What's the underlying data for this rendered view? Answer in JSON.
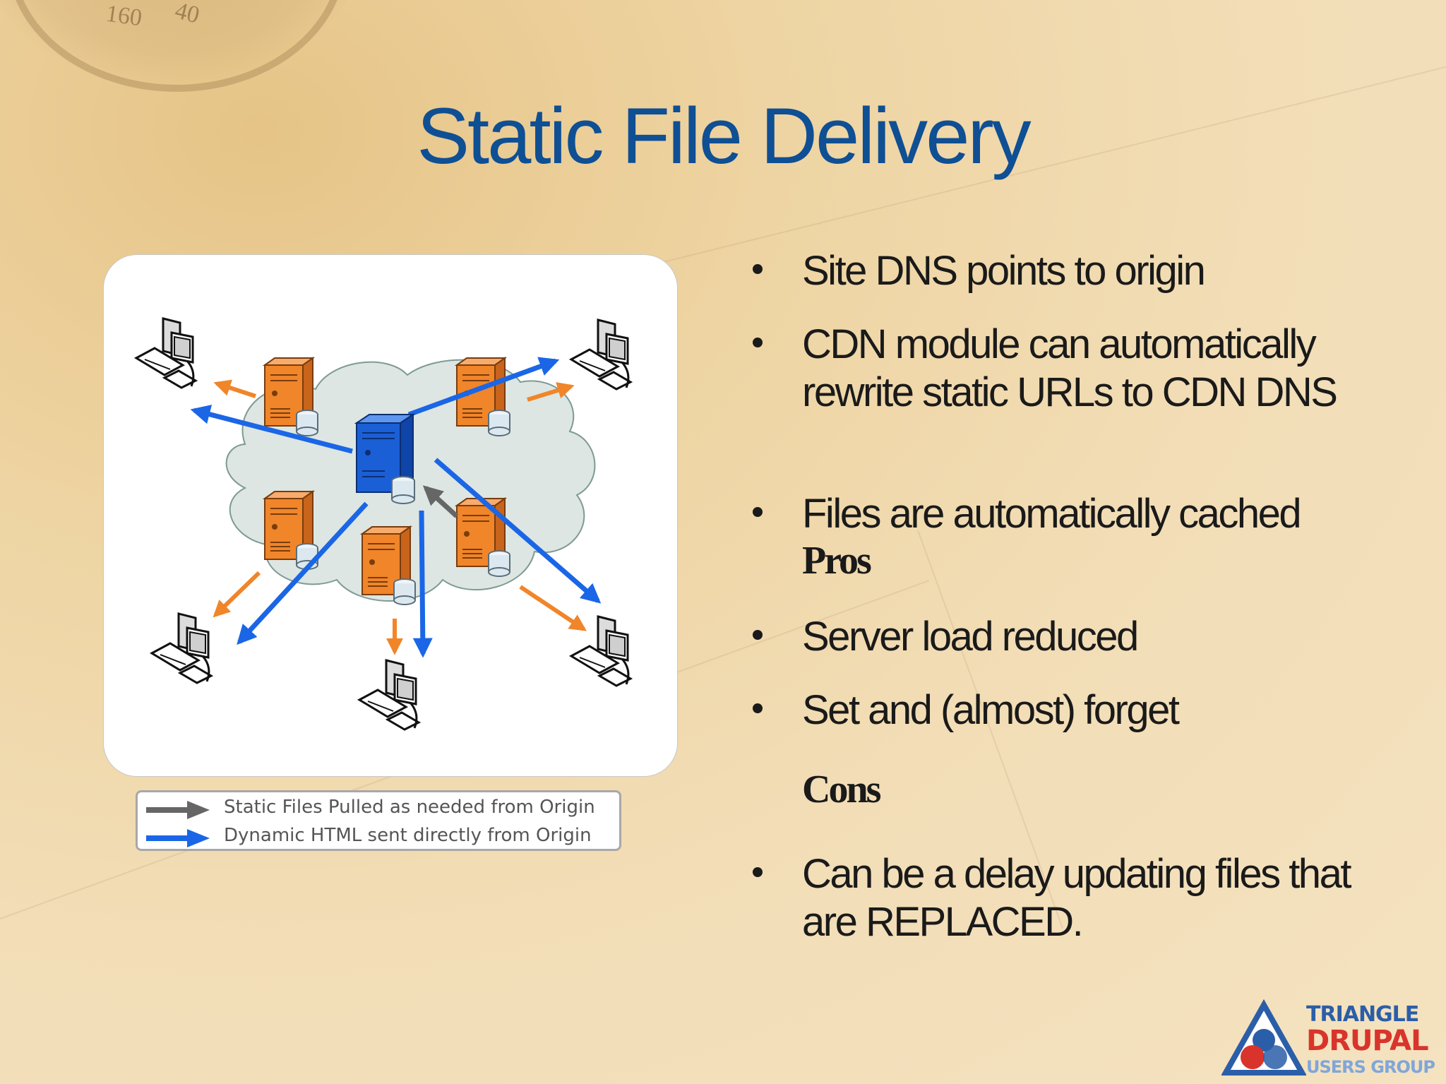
{
  "slide": {
    "title": "Static File Delivery",
    "compass_marks": [
      "160",
      "40"
    ]
  },
  "diagram": {
    "legend": [
      {
        "label": "Static Files Pulled as needed from Origin",
        "color": "#666666"
      },
      {
        "label": "Dynamic HTML sent directly from Origin",
        "color": "#1a66e6"
      }
    ]
  },
  "content": {
    "bullets_intro": [
      "Site DNS points to origin",
      "CDN module can automatically rewrite static URLs to CDN DNS",
      "Files are automatically cached"
    ],
    "pros_heading": "Pros",
    "pros": [
      "Server load reduced",
      "Set and (almost) forget"
    ],
    "cons_heading": "Cons",
    "cons": [
      "Can be a delay updating files that are REPLACED."
    ]
  },
  "logo": {
    "line1": "TRIANGLE",
    "line2": "DRUPAL",
    "line3": "USERS GROUP"
  },
  "colors": {
    "title": "#0f4f94",
    "origin_server": "#1a5fd6",
    "edge_server": "#f0852a",
    "cloud": "#dde6e2",
    "logo_blue": "#2b5ea8",
    "logo_red": "#d9342b"
  }
}
